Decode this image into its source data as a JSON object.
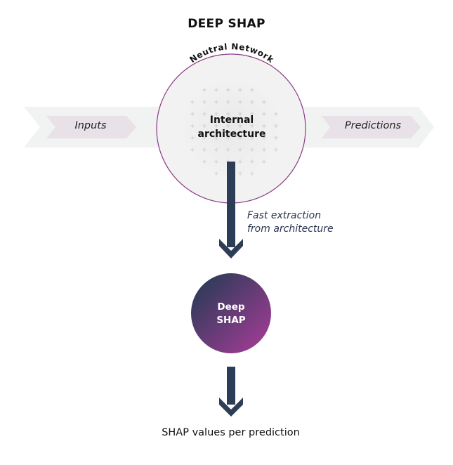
{
  "title": "DEEP SHAP",
  "network_label": "Neutral Network",
  "inputs_label": "Inputs",
  "predictions_label": "Predictions",
  "internal_label_line1": "Internal",
  "internal_label_line2": "architecture",
  "fast_label_line1": "Fast extraction",
  "fast_label_line2": "from architecture",
  "deep_label_line1": "Deep",
  "deep_label_line2": "SHAP",
  "result_label": "SHAP values per prediction",
  "colors": {
    "band": "#f1f2f2",
    "chevron": "#e8e1e8",
    "circle_border": "#8b3a87",
    "circle_fill": "#f2f2f2",
    "arrow": "#2e3d56",
    "gradient_start": "#2c3b58",
    "gradient_end": "#963c8f"
  }
}
